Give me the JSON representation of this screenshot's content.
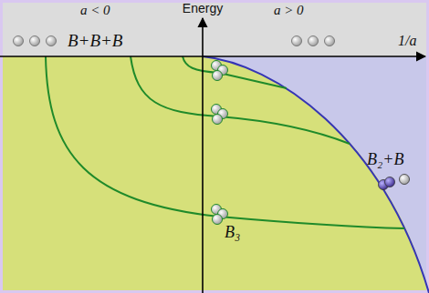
{
  "diagram": {
    "labels": [
      "a < 0",
      "Energy",
      "a > 0",
      "B+B+B",
      "1/a",
      "B₂+B",
      "B₃"
    ]
  }
}
